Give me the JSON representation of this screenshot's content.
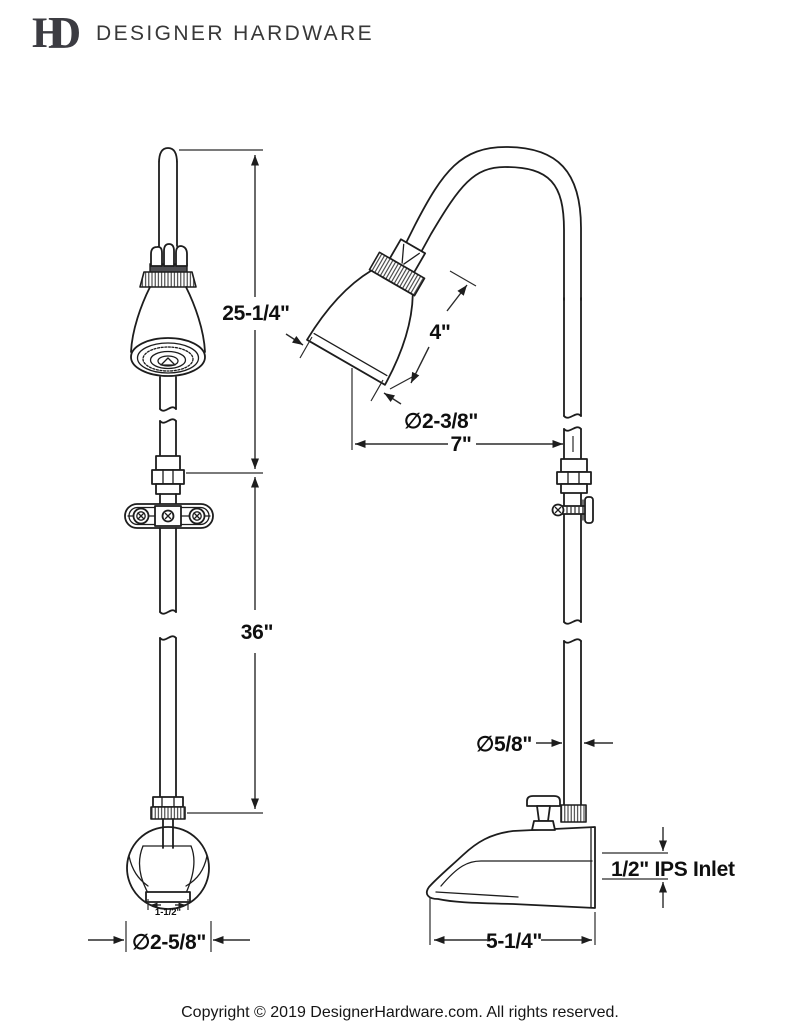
{
  "header": {
    "brand": "DESIGNER HARDWARE",
    "logo": {
      "letter_d": "D",
      "letter_h": "H"
    }
  },
  "footer": {
    "copyright": "Copyright © 2019 DesignerHardware.com. All rights reserved."
  },
  "diagram": {
    "dimensions": {
      "riser_upper_height": "25-1/4\"",
      "riser_lower_height": "36\"",
      "spout_mouth_width": "1-1/2\"",
      "spout_diameter": "∅2-5/8\"",
      "showerhead_length": "4\"",
      "showerhead_face_diameter": "∅2-3/8\"",
      "arm_reach": "7\"",
      "pipe_diameter": "∅5/8\"",
      "inlet": "1/2\" IPS Inlet",
      "spout_length": "5-1/4\""
    }
  }
}
